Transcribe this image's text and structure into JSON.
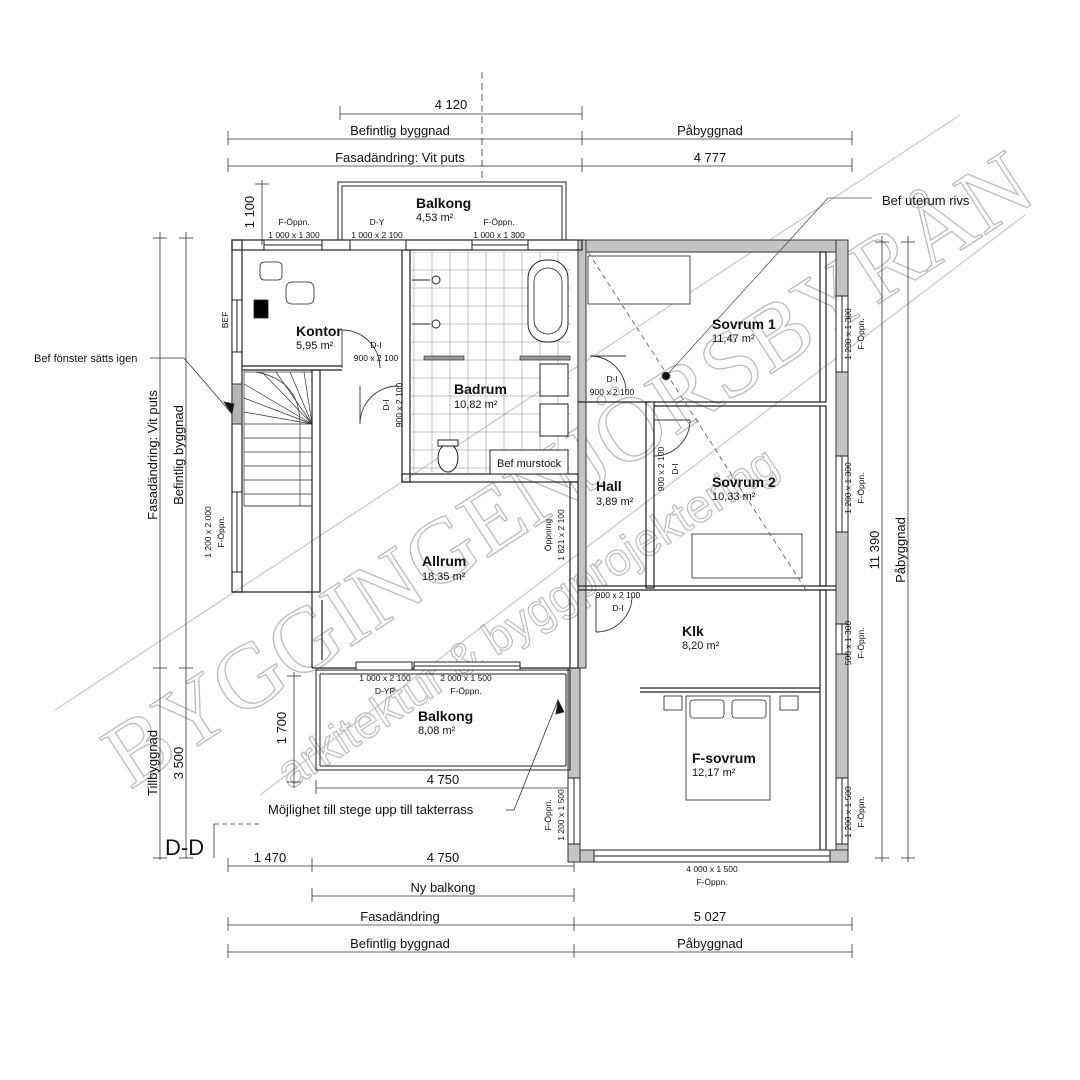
{
  "watermark": {
    "company": "BYGGINGENJÖRSBYRÅN",
    "tagline": "arkitektur & byggprojektering"
  },
  "dimensions": {
    "top_4120": "4 120",
    "top_befintlig": "Befintlig byggnad",
    "top_pabyggnad": "Påbyggnad",
    "top_fasad": "Fasadändring: Vit puts",
    "top_4777": "4 777",
    "left_1100": "1 100",
    "left_fasad": "Fasadändring: Vit puts",
    "left_befintlig": "Befintlig byggnad",
    "left_tillbyggnad": "Tillbyggnad",
    "left_3500": "3 500",
    "left_1700": "1 700",
    "balcony_4750": "4 750",
    "right_11390": "11 390",
    "right_pabyggnad": "Påbyggnad",
    "bottom_1470": "1 470",
    "bottom_4750": "4 750",
    "bottom_ny_balkong": "Ny balkong",
    "bottom_fasad": "Fasadändring",
    "bottom_5027": "5 027",
    "bottom_befintlig": "Befintlig byggnad",
    "bottom_pabyggnad": "Påbyggnad"
  },
  "rooms": {
    "balkong_top": {
      "name": "Balkong",
      "area": "4,53 m²"
    },
    "kontor": {
      "name": "Kontor",
      "area": "5,95 m²"
    },
    "badrum": {
      "name": "Badrum",
      "area": "10,82 m²"
    },
    "sovrum1": {
      "name": "Sovrum 1",
      "area": "11,47 m²"
    },
    "sovrum2": {
      "name": "Sovrum 2",
      "area": "10,33 m²"
    },
    "hall": {
      "name": "Hall",
      "area": "3,89 m²"
    },
    "allrum": {
      "name": "Allrum",
      "area": "18,35 m²"
    },
    "klk": {
      "name": "Klk",
      "area": "8,20 m²"
    },
    "balkong_bottom": {
      "name": "Balkong",
      "area": "8,08 m²"
    },
    "fsovrum": {
      "name": "F-sovrum",
      "area": "12,17 m²"
    }
  },
  "annotations": {
    "bef_uterum": "Bef uterum rivs",
    "bef_fonster": "Bef fönster sätts igen",
    "bef_murstock": "Bef murstock",
    "mojlighet": "Möjlighet till stege upp till takterrass",
    "section": "D-D",
    "bef": "BEF"
  },
  "openings": {
    "f_oppn": "F-Öppn.",
    "w_1000x1300": "1 000 x 1 300",
    "d_y": "D-Y",
    "w_1000x2100": "1 000 x 2 100",
    "d_i": "D-I",
    "w_900x2100": "900 x 2 100",
    "d_yp": "D-YP",
    "w_2000x1500": "2 000 x 1 500",
    "w_1200x1300": "1 200 x 1 300",
    "w_500x1300": "500 x 1 300",
    "w_1200x1500": "1 200 x 1 500",
    "w_1200x2000": "1 200 x 2 000",
    "w_4000x1500": "4 000 x 1 500",
    "oppning": "Öppning",
    "w_1821x2100": "1 821 x 2 100"
  }
}
